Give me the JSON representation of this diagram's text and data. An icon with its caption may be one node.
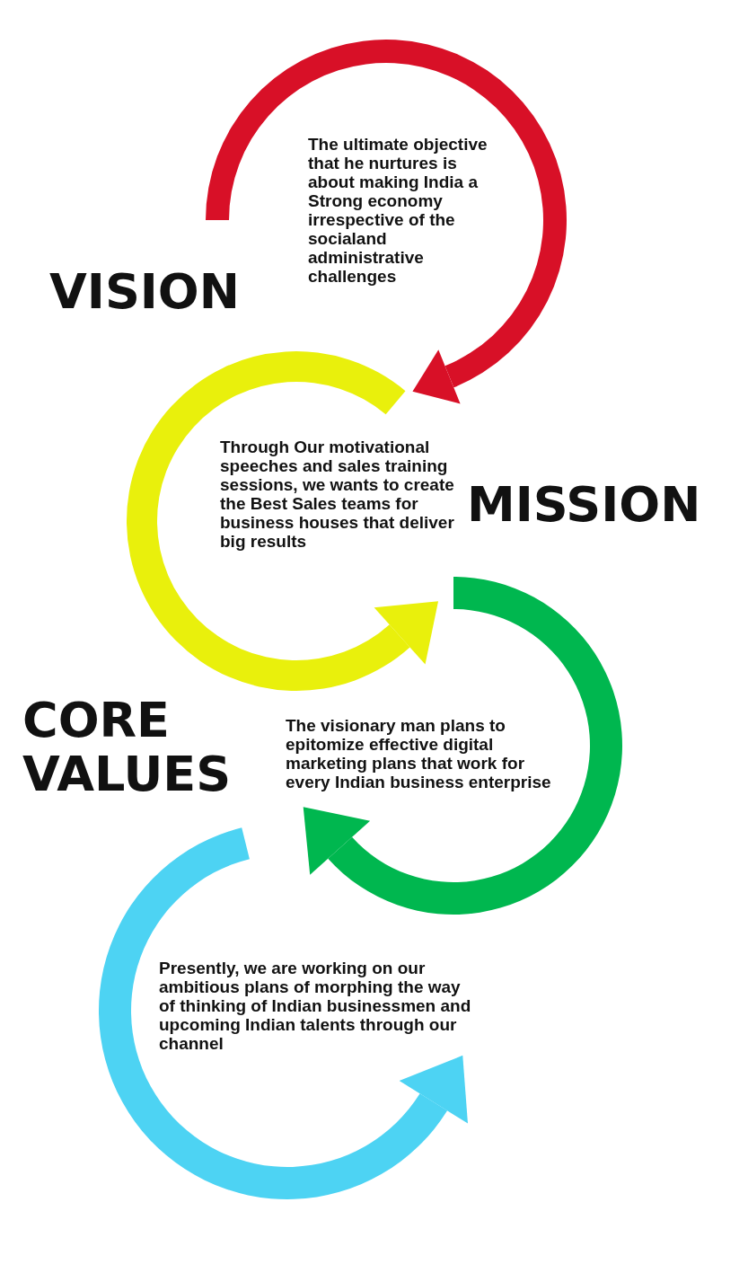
{
  "diagram": {
    "nodes": [
      {
        "text": [
          "The ultimate objective that he nurtures is about making India a Strong economy irrespective of the socialand administrative challenges"
        ]
      },
      {
        "text": [
          "Through Our motivational speeches and sales training sessions, we wants to create the Best Sales teams for business houses that deliver big results"
        ]
      },
      {
        "text": [
          "The visionary man plans to epitomize effective digital marketing plans that work for every Indian business enterprise"
        ]
      },
      {
        "text": [
          "Presently, we are working on our ambitious plans of morphing the way of thinking of Indian businessmen and upcoming Indian talents through our channel"
        ]
      }
    ],
    "labels": [
      "VISION",
      "MISSION",
      "CORE VALUES"
    ]
  }
}
